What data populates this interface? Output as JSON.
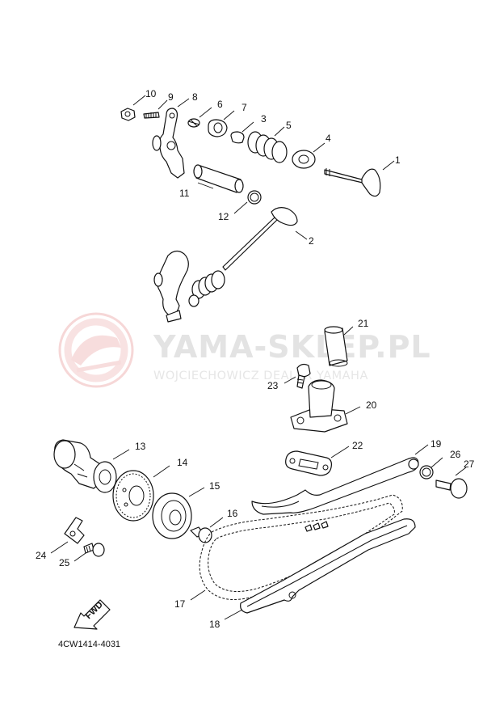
{
  "diagram": {
    "catalog_code": "4CW1414-4031",
    "fwd_arrow_text": "FWD",
    "watermark": {
      "title": "YAMA-SKLEP.PL",
      "subtitle": "WOJCIECHOWICZ DEALER YAMAHA"
    },
    "callouts": [
      "1",
      "2",
      "3",
      "4",
      "5",
      "6",
      "7",
      "8",
      "9",
      "10",
      "11",
      "12",
      "13",
      "14",
      "15",
      "16",
      "17",
      "18",
      "19",
      "20",
      "21",
      "22",
      "23",
      "24",
      "25",
      "26",
      "27"
    ],
    "colors": {
      "line": "#111111",
      "watermark_logo": "#f3c9c9",
      "watermark_text": "#e3e3e3"
    }
  }
}
